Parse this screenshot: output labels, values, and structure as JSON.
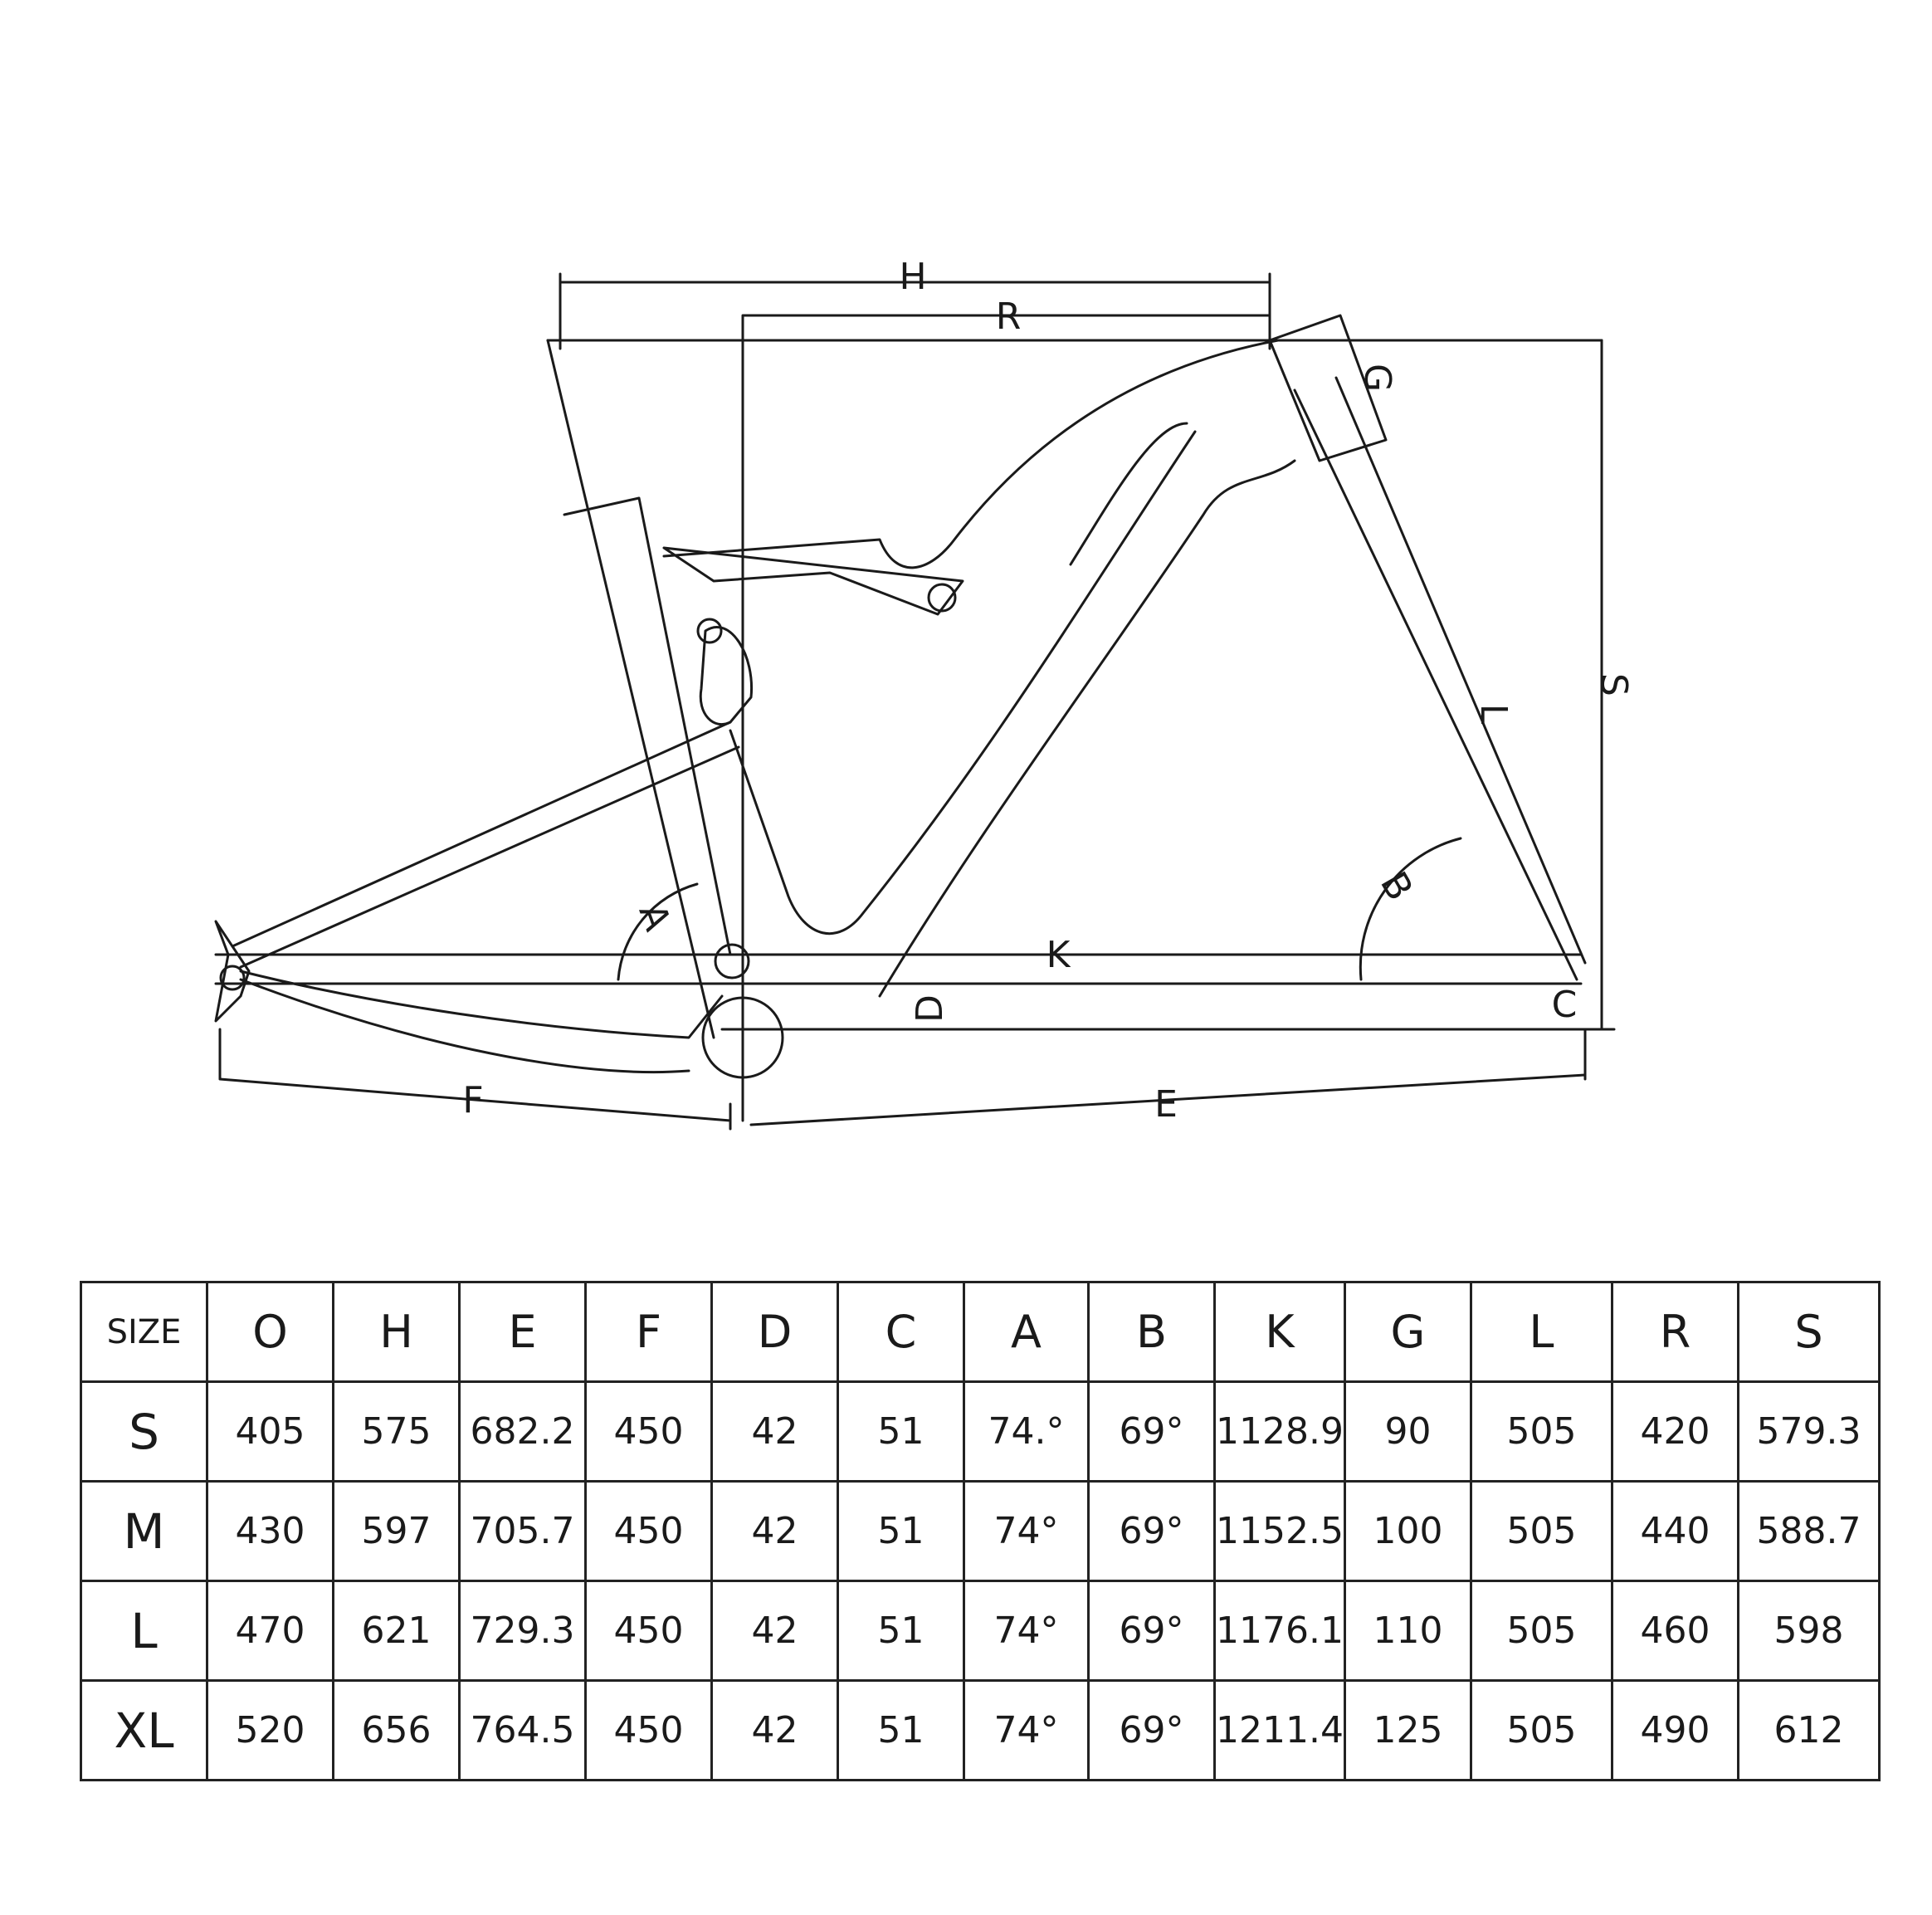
{
  "diagram": {
    "dimension_labels": {
      "H": "H",
      "R": "R",
      "G": "G",
      "S": "S",
      "L": "L",
      "B": "B",
      "A": "A",
      "K": "K",
      "D": "D",
      "C": "C",
      "F": "F",
      "E": "E"
    }
  },
  "table": {
    "headers": [
      "SIZE",
      "O",
      "H",
      "E",
      "F",
      "D",
      "C",
      "A",
      "B",
      "K",
      "G",
      "L",
      "R",
      "S"
    ],
    "rows": [
      [
        "S",
        "405",
        "575",
        "682.2",
        "450",
        "42",
        "51",
        "74.°",
        "69°",
        "1128.9",
        "90",
        "505",
        "420",
        "579.3"
      ],
      [
        "M",
        "430",
        "597",
        "705.7",
        "450",
        "42",
        "51",
        "74°",
        "69°",
        "1152.5",
        "100",
        "505",
        "440",
        "588.7"
      ],
      [
        "L",
        "470",
        "621",
        "729.3",
        "450",
        "42",
        "51",
        "74°",
        "69°",
        "1176.1",
        "110",
        "505",
        "460",
        "598"
      ],
      [
        "XL",
        "520",
        "656",
        "764.5",
        "450",
        "42",
        "51",
        "74°",
        "69°",
        "1211.4",
        "125",
        "505",
        "490",
        "612"
      ]
    ]
  }
}
